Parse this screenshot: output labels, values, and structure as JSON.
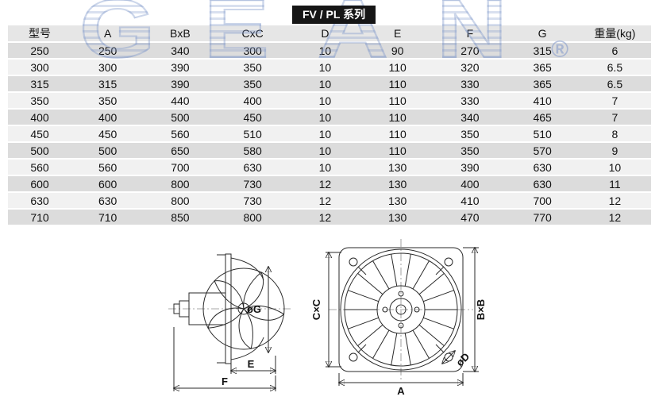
{
  "watermark": {
    "text": "GEAN",
    "registered_mark": "®"
  },
  "series_badge": {
    "label": "FV / PL 系列"
  },
  "table": {
    "columns": [
      "型号",
      "A",
      "BxB",
      "CxC",
      "D",
      "E",
      "F",
      "G",
      "重量(kg)"
    ],
    "rows": [
      [
        "250",
        "250",
        "340",
        "300",
        "10",
        "90",
        "270",
        "315",
        "6"
      ],
      [
        "300",
        "300",
        "390",
        "350",
        "10",
        "110",
        "320",
        "365",
        "6.5"
      ],
      [
        "315",
        "315",
        "390",
        "350",
        "10",
        "110",
        "330",
        "365",
        "6.5"
      ],
      [
        "350",
        "350",
        "440",
        "400",
        "10",
        "110",
        "330",
        "410",
        "7"
      ],
      [
        "400",
        "400",
        "500",
        "450",
        "10",
        "110",
        "340",
        "465",
        "7"
      ],
      [
        "450",
        "450",
        "560",
        "510",
        "10",
        "110",
        "350",
        "510",
        "8"
      ],
      [
        "500",
        "500",
        "650",
        "580",
        "10",
        "110",
        "350",
        "570",
        "9"
      ],
      [
        "560",
        "560",
        "700",
        "630",
        "10",
        "130",
        "390",
        "630",
        "10"
      ],
      [
        "600",
        "600",
        "800",
        "730",
        "12",
        "130",
        "400",
        "630",
        "11"
      ],
      [
        "630",
        "630",
        "800",
        "730",
        "12",
        "130",
        "410",
        "700",
        "12"
      ],
      [
        "710",
        "710",
        "850",
        "800",
        "12",
        "130",
        "470",
        "770",
        "12"
      ]
    ]
  },
  "diagram": {
    "side_view": {
      "diameter_label": "øG",
      "depth_label": "E",
      "total_depth_label": "F"
    },
    "front_view": {
      "inner_label": "C×C",
      "outer_label": "B×B",
      "width_label": "A",
      "hole_label": "øD"
    }
  }
}
